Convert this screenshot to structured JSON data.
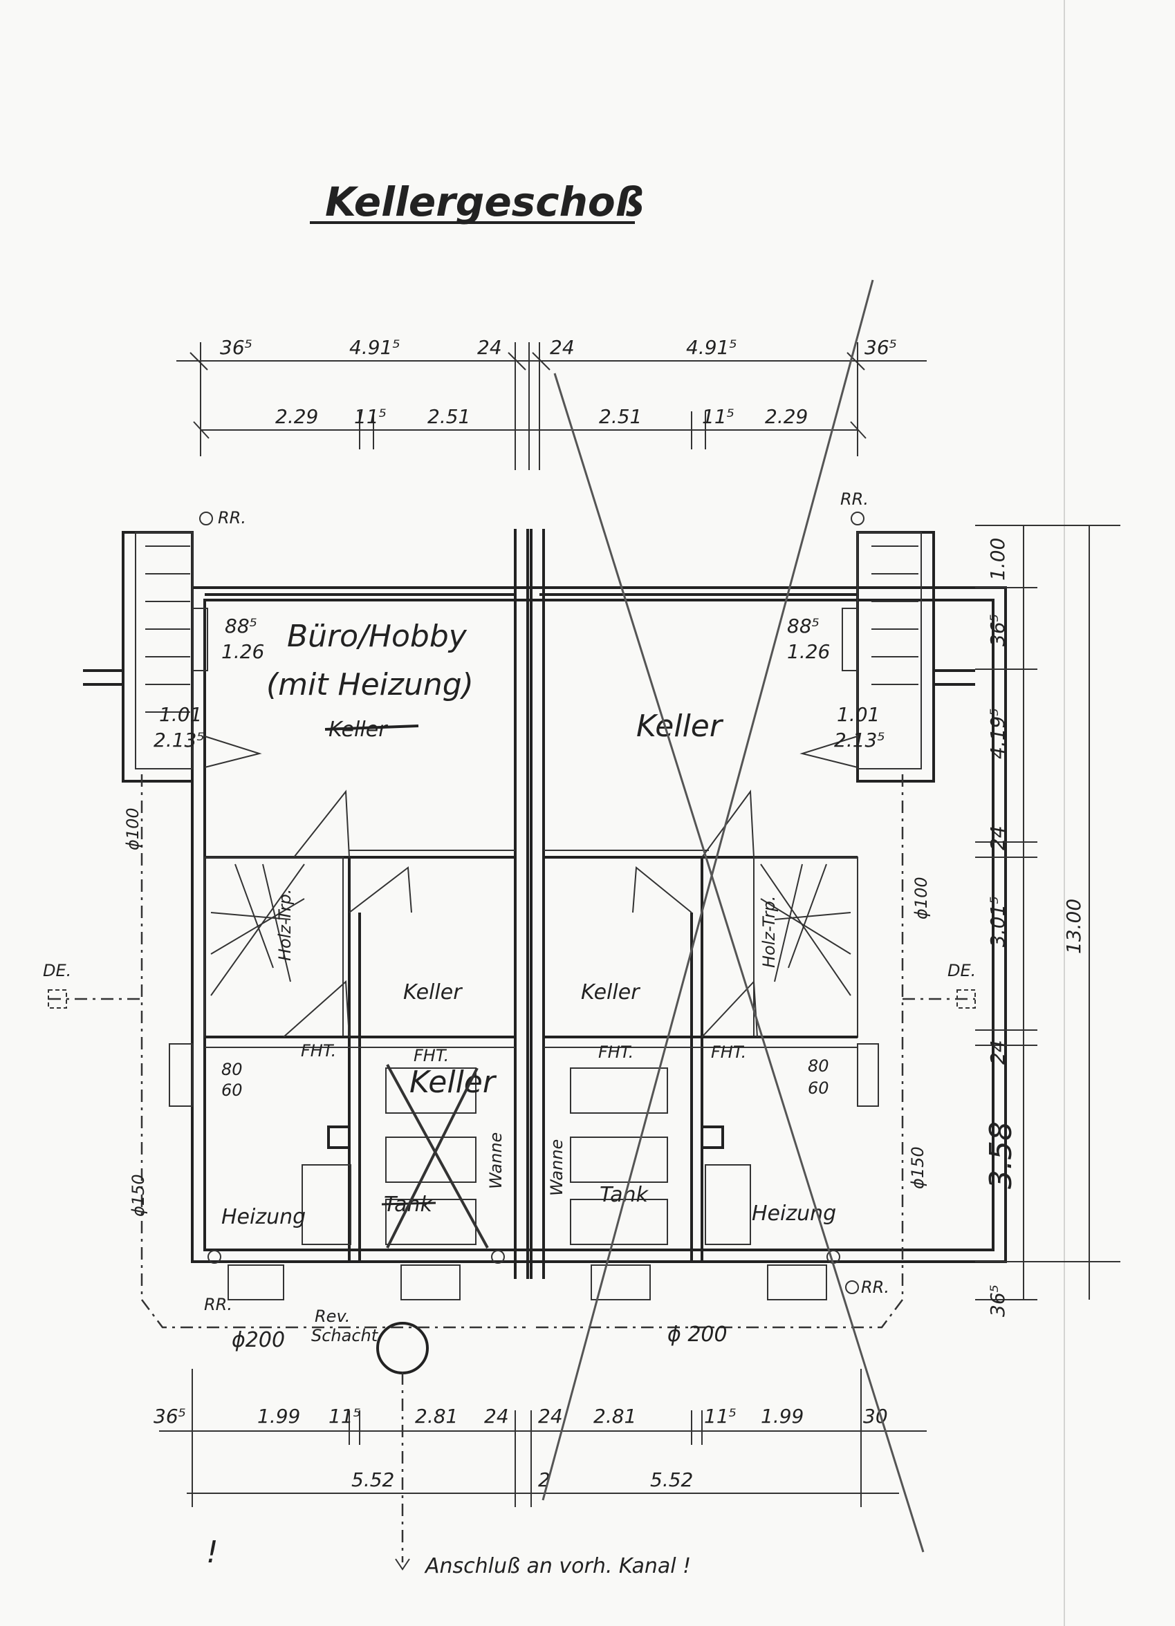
{
  "title": "Kellergeschoß",
  "top_dims": {
    "row1": [
      "36⁵",
      "4.91⁵",
      "24",
      "24",
      "4.91⁵",
      "36⁵"
    ],
    "row2": [
      "2.29",
      "11⁵",
      "2.51",
      "2.51",
      "11⁵",
      "2.29"
    ]
  },
  "right_dims": [
    "1.00",
    "36⁵",
    "4.19⁵",
    "24",
    "3.01⁵",
    "24",
    "3.58",
    "36⁵"
  ],
  "right_total": "13.00",
  "bottom_dims": {
    "row1": [
      "36⁵",
      "1.99",
      "11⁵",
      "2.81",
      "24",
      "24",
      "2.81",
      "11⁵",
      "1.99",
      "30"
    ],
    "row2": [
      "5.52",
      "2",
      "5.52"
    ]
  },
  "rooms": {
    "left_office": "Büro/Hobby",
    "left_office_note": "(mit Heizung)",
    "left_office_struck": "Keller",
    "right_keller": "Keller",
    "left_mid_keller": "Keller",
    "right_mid_keller": "Keller",
    "left_struck_keller": "Keller",
    "left_heizung": "Heizung",
    "right_heizung": "Heizung",
    "left_tank": "Tank",
    "right_tank": "Tank",
    "left_wanne": "Wanne",
    "right_wanne": "Wanne",
    "left_stair": "Holz-Trp.",
    "right_stair": "Holz-Trp."
  },
  "window_labels": {
    "win_top_top": "88⁵",
    "win_top_bottom": "1.26",
    "door_top": "1.01",
    "door_bottom": "2.13⁵",
    "small_top": "80",
    "small_bottom": "60",
    "fht": "FHT."
  },
  "pipes": {
    "rr": "RR.",
    "de": "DE.",
    "phi100": "ϕ100",
    "phi150": "ϕ150",
    "phi200": "ϕ200",
    "phi200b": "ϕ 200",
    "rev": "Rev.",
    "schacht": "Schacht"
  },
  "footer_note": "Anschluß an vorh. Kanal !"
}
